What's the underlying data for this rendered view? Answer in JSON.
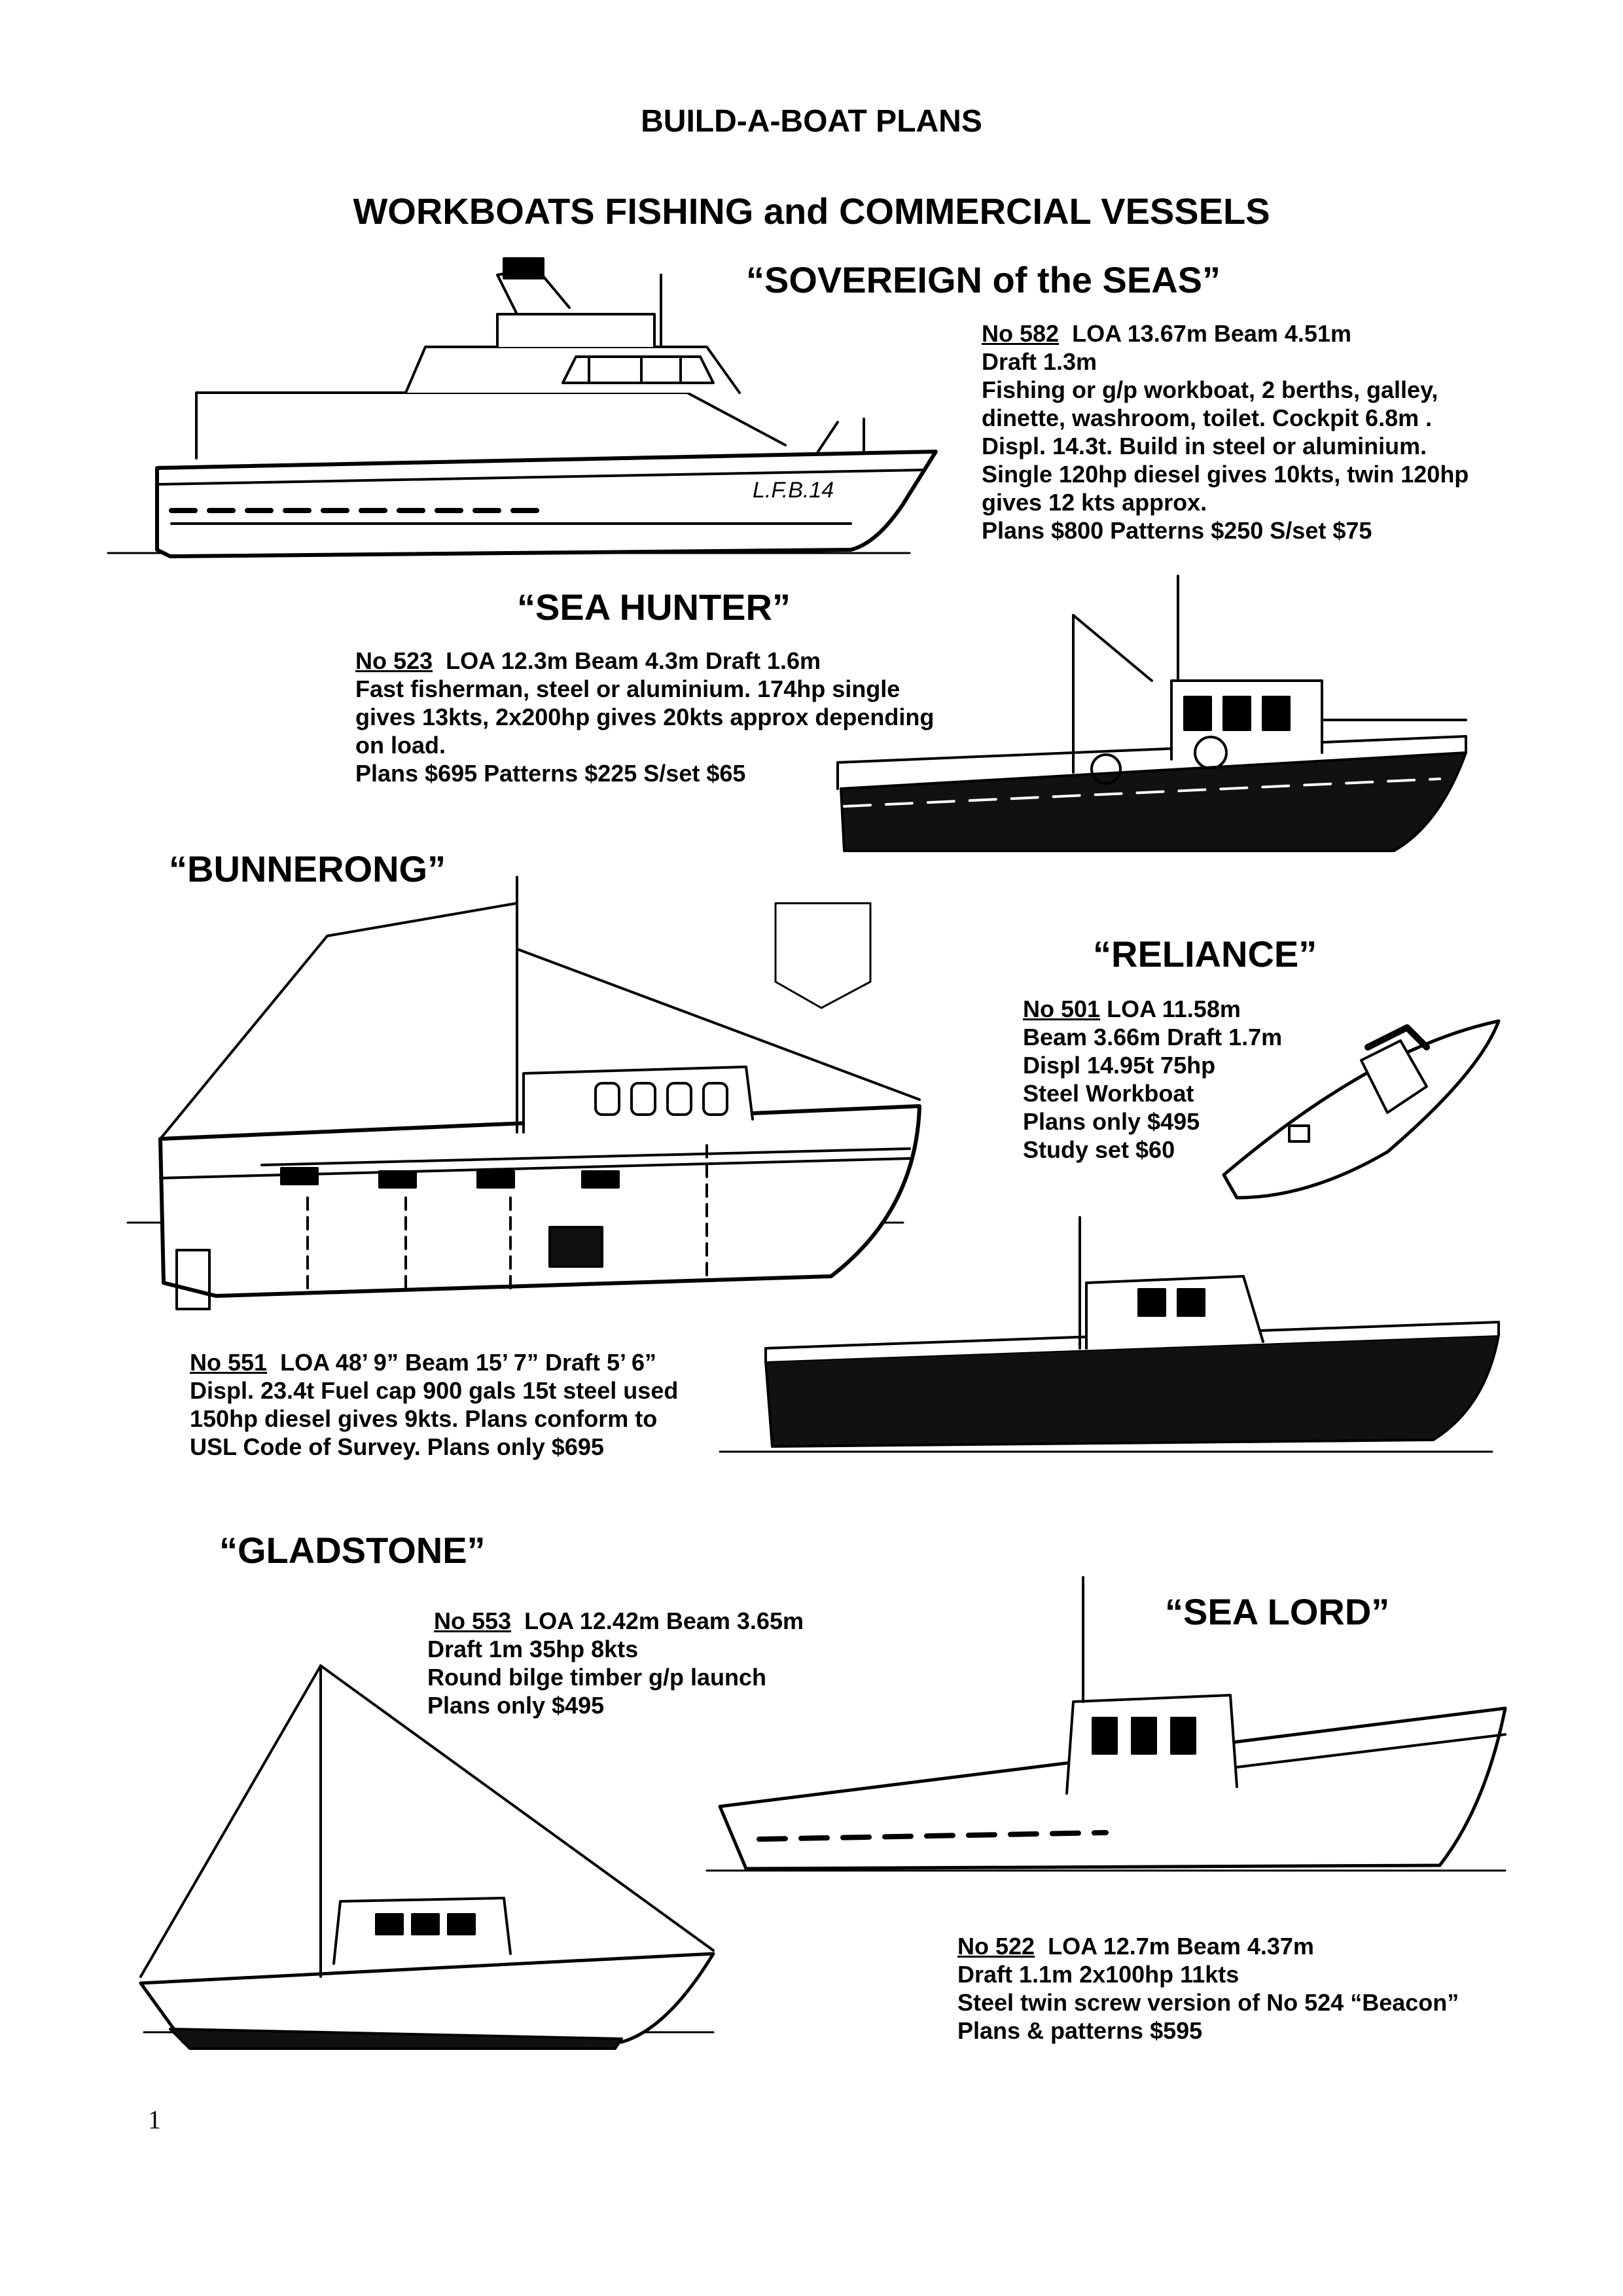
{
  "page": {
    "header": "BUILD-A-BOAT PLANS",
    "subheader": "WORKBOATS FISHING and COMMERCIAL VESSELS",
    "page_number": "1"
  },
  "boats": [
    {
      "name": "“SOVEREIGN of the SEAS”",
      "number": "No 582",
      "hull_marking": "L.F.B.14",
      "lines": [
        "LOA 13.67m Beam 4.51m",
        "Draft 1.3m",
        "Fishing or g/p workboat, 2 berths, galley,",
        "dinette, washroom, toilet. Cockpit 6.8m .",
        "Displ. 14.3t. Build in steel or aluminium.",
        "Single 120hp diesel gives 10kts, twin 120hp",
        "gives 12 kts approx.",
        "Plans $800  Patterns $250  S/set $75"
      ]
    },
    {
      "name": "“SEA HUNTER”",
      "number": "No 523",
      "lines": [
        "LOA 12.3m  Beam 4.3m Draft 1.6m",
        "Fast fisherman, steel or aluminium. 174hp single",
        "gives 13kts, 2x200hp gives 20kts approx depending",
        "on load.",
        "Plans $695  Patterns $225  S/set $65"
      ]
    },
    {
      "name": "“BUNNERONG”",
      "number": "No 551",
      "lines": [
        "LOA 48’ 9” Beam 15’ 7” Draft 5’ 6”",
        "Displ. 23.4t Fuel   cap 900 gals 15t steel used",
        "150hp diesel gives 9kts. Plans conform to",
        "USL Code of Survey. Plans only $695"
      ]
    },
    {
      "name": "“RELIANCE”",
      "number": "No 501",
      "lines": [
        "LOA 11.58m",
        "Beam 3.66m Draft 1.7m",
        "Displ 14.95t  75hp",
        "Steel Workboat",
        "Plans only $495",
        "Study set $60"
      ]
    },
    {
      "name": "“GLADSTONE”",
      "number": "No 553",
      "lines": [
        "LOA 12.42m Beam 3.65m",
        "Draft 1m 35hp 8kts",
        "Round bilge timber g/p launch",
        "Plans only $495"
      ]
    },
    {
      "name": "“SEA LORD”",
      "number": "No 522",
      "lines": [
        "LOA 12.7m Beam 4.37m",
        "Draft 1.1m  2x100hp 11kts",
        "Steel twin screw version of No 524 “Beacon”",
        "Plans & patterns $595"
      ]
    }
  ]
}
